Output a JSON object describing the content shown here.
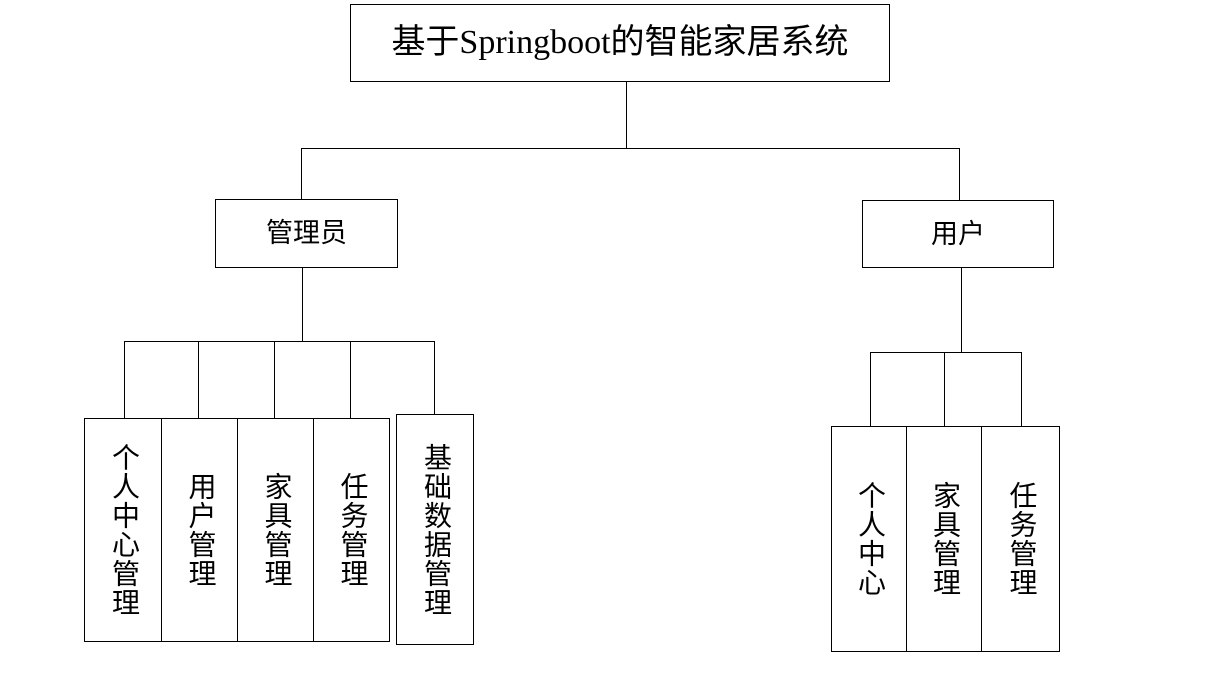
{
  "diagram": {
    "type": "hierarchy-tree",
    "orientation": "top-down",
    "title": "基于Springboot的智能家居系统",
    "root": {
      "label": "基于Springboot的智能家居系统"
    },
    "branches": [
      {
        "id": "admin",
        "label": "管理员",
        "children": [
          {
            "label": "个人中心管理"
          },
          {
            "label": "用户管理"
          },
          {
            "label": "家具管理"
          },
          {
            "label": "任务管理"
          },
          {
            "label": "基础数据管理"
          }
        ]
      },
      {
        "id": "user",
        "label": "用户",
        "children": [
          {
            "label": "个人中心"
          },
          {
            "label": "家具管理"
          },
          {
            "label": "任务管理"
          }
        ]
      }
    ],
    "style": {
      "background": "#ffffff",
      "line_color": "#000000",
      "box_border_color": "#000000",
      "box_fill": "#ffffff",
      "text_color": "#000000"
    }
  }
}
